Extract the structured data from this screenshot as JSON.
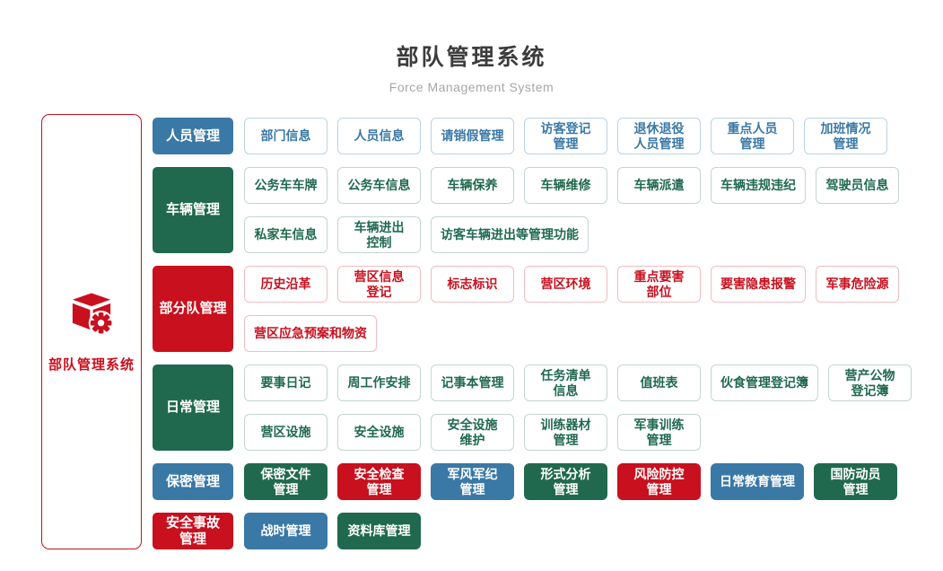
{
  "header": {
    "title": "部队管理系统",
    "subtitle": "Force Management System"
  },
  "sidebar": {
    "label": "部队管理系统",
    "icon": "cube-gear-icon"
  },
  "palette": {
    "blue": "#3a78a6",
    "green": "#20694f",
    "red": "#c8101e",
    "blue_light": "#bad2e3",
    "green_light": "#c3d6cd",
    "red_light": "#f2bcc1",
    "title_text": "#3c3c3c",
    "subtitle_text": "#a6a6a6"
  },
  "rows": [
    {
      "style": "outline",
      "category": {
        "label": "人员管理",
        "color": "blue"
      },
      "lines": [
        [
          {
            "label": "部门信息",
            "color": "blue"
          },
          {
            "label": "人员信息",
            "color": "blue"
          },
          {
            "label": "请销假管理",
            "color": "blue"
          },
          {
            "label": "访客登记\n管理",
            "color": "blue"
          },
          {
            "label": "退休退役\n人员管理",
            "color": "blue"
          },
          {
            "label": "重点人员\n管理",
            "color": "blue"
          },
          {
            "label": "加班情况\n管理",
            "color": "blue"
          }
        ]
      ]
    },
    {
      "style": "outline",
      "category": {
        "label": "车辆管理",
        "color": "green"
      },
      "lines": [
        [
          {
            "label": "公务车车牌",
            "color": "green"
          },
          {
            "label": "公务车信息",
            "color": "green"
          },
          {
            "label": "车辆保养",
            "color": "green"
          },
          {
            "label": "车辆维修",
            "color": "green"
          },
          {
            "label": "车辆派遣",
            "color": "green"
          },
          {
            "label": "车辆违规违纪",
            "color": "green"
          },
          {
            "label": "驾驶员信息",
            "color": "green"
          }
        ],
        [
          {
            "label": "私家车信息",
            "color": "green"
          },
          {
            "label": "车辆进出\n控制",
            "color": "green"
          },
          {
            "label": "访客车辆进出等管理功能",
            "color": "green"
          }
        ]
      ]
    },
    {
      "style": "outline",
      "category": {
        "label": "部分队管理",
        "color": "red"
      },
      "lines": [
        [
          {
            "label": "历史沿革",
            "color": "red"
          },
          {
            "label": "营区信息\n登记",
            "color": "red"
          },
          {
            "label": "标志标识",
            "color": "red"
          },
          {
            "label": "营区环境",
            "color": "red"
          },
          {
            "label": "重点要害\n部位",
            "color": "red"
          },
          {
            "label": "要害隐患报警",
            "color": "red"
          },
          {
            "label": "军事危险源",
            "color": "red"
          }
        ],
        [
          {
            "label": "营区应急预案和物资",
            "color": "red"
          }
        ]
      ]
    },
    {
      "style": "outline",
      "category": {
        "label": "日常管理",
        "color": "green"
      },
      "lines": [
        [
          {
            "label": "要事日记",
            "color": "green"
          },
          {
            "label": "周工作安排",
            "color": "green"
          },
          {
            "label": "记事本管理",
            "color": "green"
          },
          {
            "label": "任务清单\n信息",
            "color": "green"
          },
          {
            "label": "值班表",
            "color": "green"
          },
          {
            "label": "伙食管理登记簿",
            "color": "green"
          },
          {
            "label": "营产公物\n登记簿",
            "color": "green"
          }
        ],
        [
          {
            "label": "营区设施",
            "color": "green"
          },
          {
            "label": "安全设施",
            "color": "green"
          },
          {
            "label": "安全设施\n维护",
            "color": "green"
          },
          {
            "label": "训练器材\n管理",
            "color": "green"
          },
          {
            "label": "军事训练\n管理",
            "color": "green"
          }
        ]
      ]
    },
    {
      "style": "filled",
      "category": {
        "label": "保密管理",
        "color": "blue"
      },
      "lines": [
        [
          {
            "label": "保密文件\n管理",
            "color": "green"
          },
          {
            "label": "安全检查\n管理",
            "color": "red"
          },
          {
            "label": "军风军纪\n管理",
            "color": "blue"
          },
          {
            "label": "形式分析\n管理",
            "color": "green"
          },
          {
            "label": "风险防控\n管理",
            "color": "red"
          },
          {
            "label": "日常教育管理",
            "color": "blue"
          },
          {
            "label": "国防动员\n管理",
            "color": "green"
          }
        ]
      ]
    },
    {
      "style": "filled",
      "category": {
        "label": "安全事故\n管理",
        "color": "red"
      },
      "lines": [
        [
          {
            "label": "战时管理",
            "color": "blue"
          },
          {
            "label": "资料库管理",
            "color": "green"
          }
        ]
      ]
    }
  ]
}
